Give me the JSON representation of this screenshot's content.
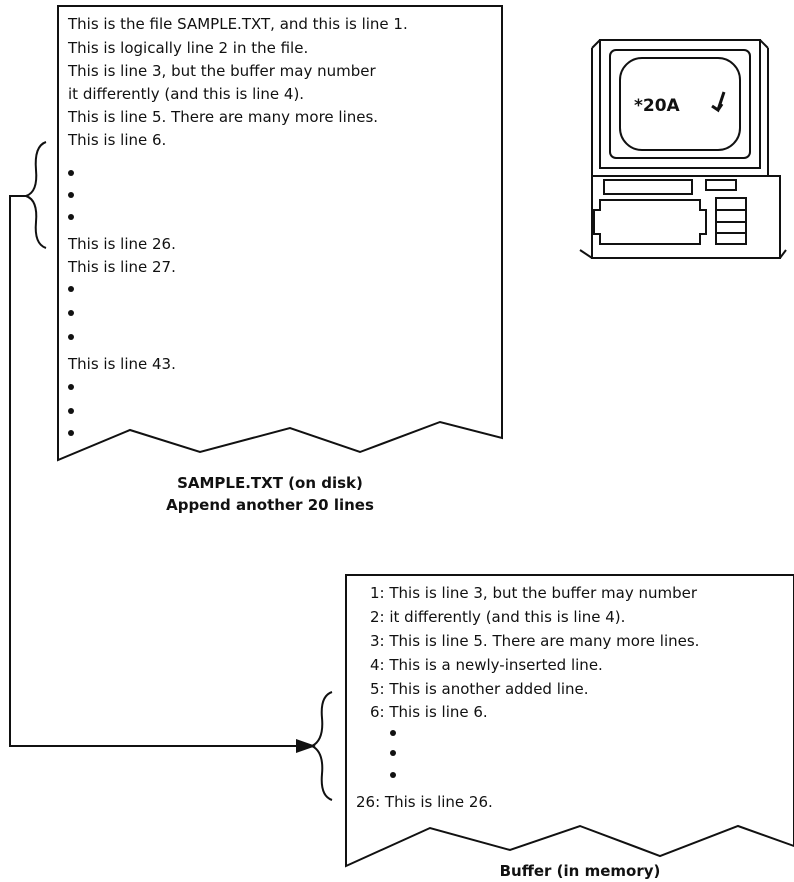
{
  "file": {
    "lines": [
      "This is the file SAMPLE.TXT, and this is line 1.",
      "This is logically line 2 in the file.",
      "This is line 3, but the buffer may number",
      "it differently (and this is line 4).",
      "This is line 5. There are many more lines.",
      "This is line 6.",
      "This is line 26.",
      "This is line 27.",
      "This is line 43."
    ],
    "caption_line1": "SAMPLE.TXT (on disk)",
    "caption_line2": "Append another 20 lines"
  },
  "terminal": {
    "screen_text": "*20A",
    "return_icon": "return-arrow-icon"
  },
  "buffer": {
    "lines": [
      "1: This is line 3, but the buffer may number",
      "2: it differently (and this is line 4).",
      "3: This is line 5. There are many more lines.",
      "4: This is a newly-inserted line.",
      "5: This is another added line.",
      "6: This is line 6.",
      "26: This is line 26."
    ],
    "caption": "Buffer (in memory)"
  }
}
